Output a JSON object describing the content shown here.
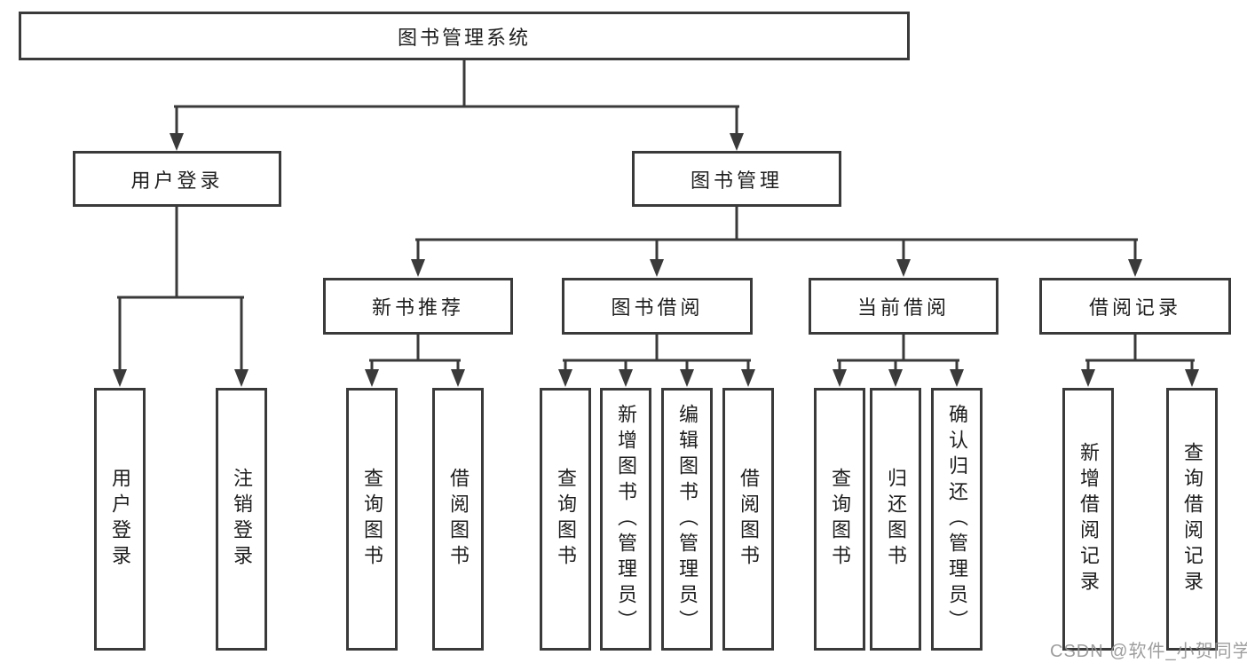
{
  "diagram": {
    "type": "tree",
    "title": "图书管理系统"
  },
  "nodes": {
    "root": {
      "label": "图书管理系统"
    },
    "userLogin": {
      "label": "用户登录"
    },
    "bookMgmt": {
      "label": "图书管理"
    },
    "newBookRec": {
      "label": "新书推荐"
    },
    "bookBorrow": {
      "label": "图书借阅"
    },
    "currentBorrow": {
      "label": "当前借阅"
    },
    "borrowRecord": {
      "label": "借阅记录"
    },
    "leaves": [
      {
        "label": "用户登录",
        "parent": "用户登录"
      },
      {
        "label": "注销登录",
        "parent": "用户登录"
      },
      {
        "label": "查询图书",
        "parent": "新书推荐"
      },
      {
        "label": "借阅图书",
        "parent": "新书推荐"
      },
      {
        "label": "查询图书",
        "parent": "图书借阅"
      },
      {
        "label": "新增图书（管理员）",
        "parent": "图书借阅"
      },
      {
        "label": "编辑图书（管理员）",
        "parent": "图书借阅"
      },
      {
        "label": "借阅图书",
        "parent": "图书借阅"
      },
      {
        "label": "查询图书",
        "parent": "当前借阅"
      },
      {
        "label": "归还图书",
        "parent": "当前借阅"
      },
      {
        "label": "确认归还（管理员）",
        "parent": "当前借阅"
      },
      {
        "label": "新增借阅记录",
        "parent": "借阅记录"
      },
      {
        "label": "查询借阅记录",
        "parent": "借阅记录"
      }
    ]
  },
  "hierarchy": {
    "图书管理系统": [
      "用户登录",
      "图书管理"
    ],
    "用户登录": [
      "用户登录",
      "注销登录"
    ],
    "图书管理": [
      "新书推荐",
      "图书借阅",
      "当前借阅",
      "借阅记录"
    ],
    "新书推荐": [
      "查询图书",
      "借阅图书"
    ],
    "图书借阅": [
      "查询图书",
      "新增图书（管理员）",
      "编辑图书（管理员）",
      "借阅图书"
    ],
    "当前借阅": [
      "查询图书",
      "归还图书",
      "确认归还（管理员）"
    ],
    "借阅记录": [
      "新增借阅记录",
      "查询借阅记录"
    ]
  },
  "watermark": {
    "text": "CSDN @软件_小贺同学"
  },
  "colors": {
    "line": "#3a3a3a",
    "text": "#1e1e1e",
    "background": "#ffffff",
    "watermark": "#949494"
  }
}
